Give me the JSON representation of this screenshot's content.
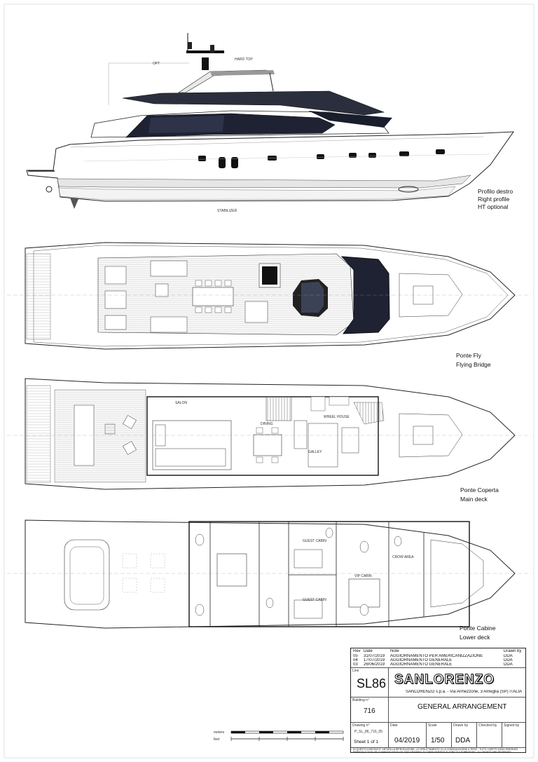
{
  "profile_caption": [
    "Profilo destro",
    "Right profile",
    "HT optional"
  ],
  "fly_caption": [
    "Ponte Fly",
    "Flying Bridge"
  ],
  "main_caption": [
    "Ponte Coperta",
    "Main deck"
  ],
  "lower_caption": [
    "Ponte Cabine",
    "Lower deck"
  ],
  "profile_tags": {
    "hard_top": "HARD TOP",
    "opt": "OPT",
    "stabilizer": "STABILIZER"
  },
  "main_tags": {
    "salon": "SALON",
    "dining": "DINING",
    "galley": "GALLEY",
    "wheel_house": "WHEEL HOUSE"
  },
  "lower_tags": {
    "guest_cabin_1": "GUEST CABIN",
    "guest_cabin_2": "GUEST CABIN",
    "vip_cabin": "VIP CABIN",
    "crew_area": "CROW AREA"
  },
  "revisions": {
    "headers": [
      "Rev",
      "Date",
      "Note",
      "Drawn by"
    ],
    "rows": [
      [
        "05",
        "31/07/2019",
        "AGGIORNAMENTO PER AMERICANIZZAZIONE",
        "DDA"
      ],
      [
        "04",
        "17/07/2019",
        "AGGIORNAMENTO GENERALE",
        "DDA"
      ],
      [
        "03",
        "26/06/2019",
        "AGGIORNAMENTO GENERALE",
        "DDA"
      ]
    ]
  },
  "title_block": {
    "line_label": "Line",
    "model": "SL86",
    "brand": "SANLORENZO",
    "address": "SANLORENZO s.p.a. - Via Armezzone, 3 Ameglia (SP) ITALIA",
    "building_label": "Building n°",
    "building_no": "716",
    "drawing_title": "GENERAL ARRANGEMENT",
    "drawing_label": "Drawing n°",
    "drawing_no": "P_SL_86_716_05",
    "sheet": "Sheet 1 of 1",
    "date_label": "Date",
    "date": "04/2019",
    "scale_label": "Scale",
    "scale": "1/50",
    "drawn_label": "Drawn by",
    "drawn": "DDA",
    "checked_label": "Checked by",
    "signed_label": "Signed by",
    "disclaimer": "DI QUESTO DISEGNO E' VIETATA LA RIPRODUZIONE, LO SFRUTTAMENTO O LA COMUNICAZIONE A TERZI - TUTTI I DIRITTI SONO RISERVATI",
    "disclaimer2": "REPRODUCTION OR COMMUNICATION OF THIS DRAWING TO THIRD PARTIES IS STRICTLY FORBIDDEN - ALL RIGHTS ARE RESERVED"
  },
  "scale_bar": {
    "meters": "meters",
    "feet": "feet"
  }
}
